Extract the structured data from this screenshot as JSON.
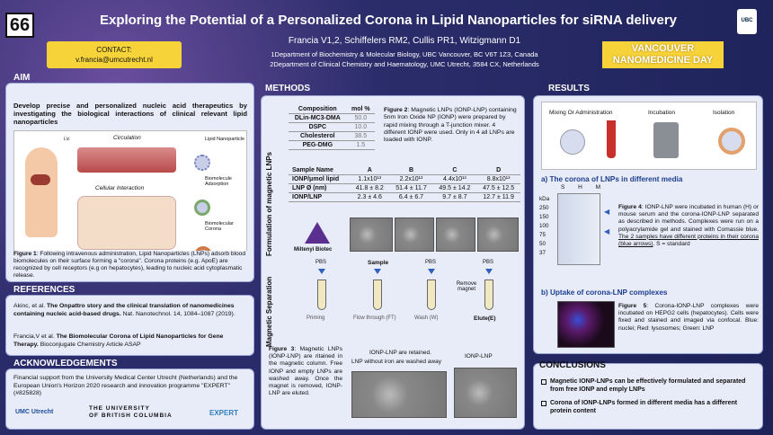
{
  "header": {
    "number": "66",
    "title": "Exploring the Potential of a Personalized Corona in Lipid Nanoparticles for siRNA delivery",
    "authors": "Francia V1,2, Schiffelers RM2, Cullis PR1, Witzigmann D1",
    "aff1": "1Department of Biochemistry & Molecular Biology, UBC Vancouver, BC V6T 1Z3, Canada",
    "aff2": "2Department of Clinical Chemistry and Haematology, UMC Utrecht, 3584 CX, Netherlands",
    "contact_label": "CONTACT:",
    "contact_email": "v.francia@umcutrecht.nl",
    "event_line1": "VANCOUVER",
    "event_line2": "NANOMEDICINE DAY",
    "ubc_logo": "UBC"
  },
  "aim": {
    "heading": "AIM",
    "text": "Develop precise and personalized nucleic acid therapeutics by investigating the biological interactions of clinical relevant lipid nanoparticles",
    "diagram_labels": {
      "iv": "i.v.",
      "circulation": "Circulation",
      "lipid_np": "Lipid Nanoparticle",
      "biomol": "Biomolecule Adsorption",
      "cellular": "Cellular Interaction",
      "corona": "Biomolecular Corona"
    },
    "caption_label": "Figure 1",
    "caption": ": Following intravenous administration, Lipid Nanoparticles (LNPs) adsorb blood biomolecules on their surface forming a \"corona\". Corona proteins (e.g. ApoE) are recognized by cell receptors (e.g on hepatocytes), leading to nucleic acid cytoplasmatic release."
  },
  "references": {
    "heading": "REFERENCES",
    "ref1_a": "Akinc, et al. ",
    "ref1_b": "The Onpattro story and the clinical translation of nanomedicines containing nucleic acid-based drugs.",
    "ref1_c": " Nat. Nanotechnol. 14, 1084–1087 (2019).",
    "ref2_a": "Francia,V et al. ",
    "ref2_b": "The Biomolecular Corona of Lipid Nanoparticles for Gene Therapy.",
    "ref2_c": " Bioconjugate Chemistry Article ASAP"
  },
  "ack": {
    "heading": "ACKNOWLEDGEMENTS",
    "text": "Financial support from the University Medical Center Utrecht (Netherlands) and the European Union's Horizon 2020 research and innovation programme \"EXPERT\" (#825828)",
    "umc_logo": "UMC Utrecht",
    "ubc_line1": "THE UNIVERSITY",
    "ubc_line2": "OF BRITISH COLUMBIA",
    "expert_logo": "EXPERT"
  },
  "methods": {
    "heading": "METHODS",
    "side_label1": "Formulation of magnetic LNPs",
    "side_label2": "Magnetic Separation",
    "composition": {
      "headers": [
        "Composition",
        "mol %"
      ],
      "rows": [
        [
          "DLin-MC3-DMA",
          "50.0"
        ],
        [
          "DSPC",
          "10.0"
        ],
        [
          "Cholesterol",
          "38.5"
        ],
        [
          "PEG-DMG",
          "1.5"
        ]
      ]
    },
    "fig2_label": "Figure 2",
    "fig2_text": ": Magnetic LNPs (IONP-LNP) containing 5nm Iron Oxide NP (IONP) were prepared by rapid mixing through a T-junction mixer. 4 different IONP were used. Only in 4 all LNPs are loaded with IONP.",
    "samples": {
      "headers": [
        "Sample Name",
        "A",
        "B",
        "C",
        "D"
      ],
      "rows": [
        [
          "IONP/μmol lipid",
          "1.1x10¹³",
          "2.2x10¹³",
          "4.4x10¹³",
          "8.8x10¹³"
        ],
        [
          "LNP Ø (nm)",
          "41.8 ± 8.2",
          "51.4 ± 11.7",
          "49.5 ± 14.2",
          "47.5 ± 12.5"
        ],
        [
          "IONP/LNP",
          "2.3 ± 4.6",
          "6.4 ± 6.7",
          "9.7 ± 8.7",
          "12.7 ± 11.9"
        ]
      ]
    },
    "miltenyi": "Miltenyi Biotec",
    "sep": {
      "pbs1": "PBS",
      "sample": "Sample",
      "pbs2": "PBS",
      "pbs3": "PBS",
      "remove": "Remove magnet",
      "priming": "Priming",
      "flow": "Flow through (FT)",
      "wash": "Wash (W)",
      "elute": "Elute(E)",
      "retained": "IONP-LNP are retained.",
      "washed": "LNP without iron are washed away",
      "ionplnp": "IONP-LNP"
    },
    "fig3_label": "Figure 3",
    "fig3_text": ": Magnetic LNPs (IONP-LNP) are ritained in the magnetic column. Free IONP and empty LNPs are washed away. Once the magnet is removed, IONP-LNP are eluted."
  },
  "results": {
    "heading": "RESULTS",
    "labels": {
      "mixing": "Mixing Or Administration",
      "incubation": "Incubation",
      "isolation": "Isolation"
    },
    "sec_a": "a) The corona of LNPs in different media",
    "gel": {
      "lanes": [
        "S",
        "H",
        "M"
      ],
      "unit": "kDa",
      "markers": [
        "250",
        "150",
        "100",
        "75",
        "50",
        "37"
      ]
    },
    "fig4_label": "Figure 4",
    "fig4_text1": ": IONP-LNP were incubated in human (H) or mouse serum and the corona-IONP-LNP separated as described in methods. Complexes were run on a polyacrylamide gel and stained with Comassie blue. ",
    "fig4_text2": "The 2 samples have different proteins in their corona (blue arrows)",
    "fig4_text3": ". S = standard",
    "sec_b": "b) Uptake of corona-LNP complexes",
    "fig5_label": "Figure 5",
    "fig5_text": ": Corona-IONP-LNP complexes were incubated on HEPG2 cells (hepatocytes). Cells were fixed and stained and imaged via confocal. Blue: nuclei; Red: lysosomes; Green: LNP"
  },
  "conclusions": {
    "heading": "CONCLUSIONS",
    "items": [
      "Magnetic IONP-LNPs can be effectively formulated and separated from free IONP and emply LNPs",
      "Corona of IONP-LNPs formed in different media has a different protein content"
    ]
  }
}
